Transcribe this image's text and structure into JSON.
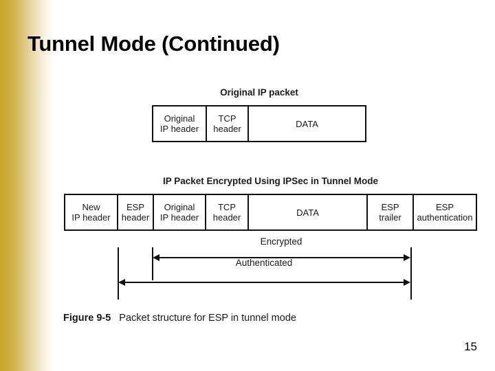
{
  "slide": {
    "title": "Tunnel Mode (Continued)",
    "page_number": "15",
    "accent_color": "#c9a72c",
    "background_color": "#ffffff",
    "ink_color": "#111111"
  },
  "figure": {
    "caption_number": "Figure 9-5",
    "caption_text": "Packet structure for ESP in tunnel mode",
    "diagrams": [
      {
        "title": "Original IP packet",
        "cells": [
          {
            "lines": [
              "Original",
              "IP header"
            ]
          },
          {
            "lines": [
              "TCP",
              "header"
            ]
          },
          {
            "lines": [
              "DATA"
            ]
          }
        ]
      },
      {
        "title": "IP Packet Encrypted Using IPSec in Tunnel Mode",
        "cells": [
          {
            "lines": [
              "New",
              "IP header"
            ]
          },
          {
            "lines": [
              "ESP",
              "header"
            ]
          },
          {
            "lines": [
              "Original",
              "IP header"
            ]
          },
          {
            "lines": [
              "TCP",
              "header"
            ]
          },
          {
            "lines": [
              "DATA"
            ]
          },
          {
            "lines": [
              "ESP trailer"
            ]
          },
          {
            "lines": [
              "ESP",
              "authentication"
            ]
          }
        ]
      }
    ],
    "spans": [
      {
        "label": "Encrypted"
      },
      {
        "label": "Authenticated"
      }
    ]
  }
}
